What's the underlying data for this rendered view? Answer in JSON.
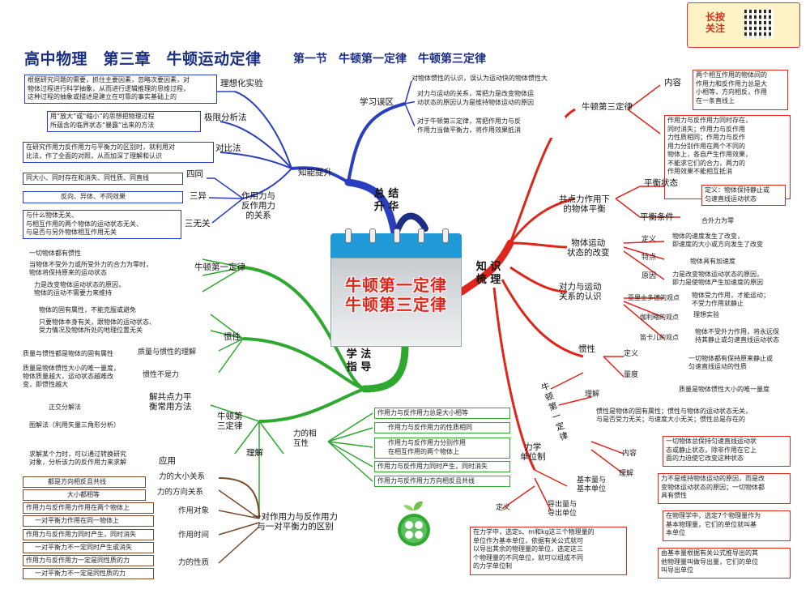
{
  "header": {
    "title": "高中物理　第三章　牛顿运动定律",
    "subtitle": "第一节　牛顿第一定律　牛顿第三定律",
    "logo_text": "长按\n关注"
  },
  "center": {
    "label": "牛顿第一定律\n牛顿第三定律"
  },
  "main_branches": {
    "summary": "总 结\n升 华",
    "knowledge": "知 识\n梳 理",
    "methods": "学 法\n指 导"
  },
  "summary": {
    "ability": "知能提升",
    "review": "学习误区",
    "ideal": "理想化实验",
    "ideal_text": "根据研究问题的需要，抓住主要因素，忽略次要因素，对\n物体过程进行科学抽象，从而进行逻辑推理的思维过程，\n这种过程的抽象或描述是建立在可靠的事实基础上的",
    "extreme": "极限分析法",
    "extreme_text": "用“放大”或“缩小”的思想把物理过程\n所蕴含的临界状态“暴露”出来的方法",
    "compare": "对比法",
    "compare_text": "在研究作用力反作用力与平衡力的区别时，就利用对\n比法，作了全面的对照，从而加深了理解和认识",
    "relation": "作用力与\n反作用力\n的关系",
    "four_same": "四同",
    "four_same_text": "同大小、同时存在和消失、同性质、同直线",
    "three_diff": "三异",
    "three_diff_text": "反向、异体、不同效果",
    "three_none": "三无关",
    "three_none_text": "与什么物体无关、\n与相互作用的两个物体的运动状态无关、\n与是否与另外物体相互作用无关",
    "review_items": [
      "对物体惯性的认识，误认为运动快的物体惯性大",
      "对力与运动的关系，常把力是改变物体运\n动状态的原因认为是维持物体运动的原因",
      "对于牛顿第三定律，常把作用力与反\n作用力当做平衡力，将作用效果抵消"
    ]
  },
  "knowledge": {
    "third_law": "牛顿第三定律",
    "content": "内容",
    "content_text": "两个相互作用的物体间的\n作用力和反作用力总是大\n小相等，方向相反，作用\n在一条直线上",
    "understand": "理解",
    "understand_text": "作用力与反作用力同时存在，\n同时消失；作用力与反作用\n力性质相同；作用力与反作\n用力分别作用在两个不同的\n物体上，各自产生作用效果，\n不能求它们的合力，两力的\n作用效果不能相互抵消",
    "equilibrium": "共点力作用下\n的物体平衡",
    "balance_state": "平衡状态",
    "balance_state_text": "定义：物体保持静止或\n匀速直线运动状态",
    "balance_cond": "平衡条件",
    "balance_cond_text": "合外力为零",
    "motion_change": "物体运动\n状态的改变",
    "def": "定义",
    "def_text": "物体的速度发生了改变，\n即速度的大小或方向发生了改变",
    "feature": "特点",
    "feature_text": "物体具有加速度",
    "reason": "原因",
    "reason_text": "力是改变物体运动状态的原因，\n即力是使物体产生加速度的原因",
    "cognition": "对力与运动\n关系的认识",
    "aristotle": "亚里士多德的观点",
    "aristotle_text": "物体受力作用，才能运动；\n不受力作用就静止",
    "galileo": "伽利略的观点",
    "galileo_text": "理想实验",
    "descartes": "笛卡儿的观点",
    "descartes_text": "物体不受外力作用，将永远保\n持其静止或匀速直线运动状态",
    "first_law": "牛\n顿\n第\n一\n定\n律",
    "inertia": "惯性",
    "inertia_def": "定义",
    "inertia_def_text": "一切物体都有保持原来静止或\n匀速直线运动的性质",
    "measure": "量度",
    "measure_text": "质量是物体惯性大小的唯一量度",
    "inertia_und": "理解",
    "inertia_und_text": "惯性是物体的固有属性；惯性与物体的运动状态无关，\n与是否受力无关；与速度大小无关；惯性总是存在的",
    "fl_content": "内容",
    "fl_content_text": "一切物体总保持匀速直线运动状\n态或静止状态，除非作用在它上\n面的力迫使它改变这种状态",
    "fl_und": "理解",
    "fl_und_text": "力不是维持物体运动的原因，而是改\n变物体运动状态的原因；一切物体都\n具有惯性",
    "units": "力学\n单位制",
    "base_units": "基本量与\n基本单位",
    "base_units_text": "在物理学中，选定7个物理量作为\n基本物理量，它们的单位就叫基\n本单位",
    "derived": "导出量与\n导出单位",
    "derived_text": "由基本量根据有关公式推导出的其\n他物理量叫做导出量，它们的单位\n叫导出单位",
    "units_def": "定义",
    "units_def_text": "在力学中，选定s、m和kg这三个物理量的\n单位作为基本单位，依据有关公式就可\n以导出其余的物理量的单位，选定这三\n个物理量的不同单位，就可以组成不同\n的力学单位制"
  },
  "methods": {
    "first_law": "牛顿第一定律",
    "fl_items": [
      "一切物体都有惯性",
      "当物体不受外力或所受外力的合力为零时，\n物体将保持原来的运动状态",
      "力是改变物体运动状态的原因，\n物体的运动不需要力来维持"
    ],
    "inertia": "惯性",
    "inertia_items": [
      "物体的固有属性，不能克服或避免",
      "只要物体本身有关，跟物体的运动状态、\n受力情况及物体所处的地理位置无关"
    ],
    "mass_inertia": "质量与惯性的理解",
    "mass_inertia_text": "质量与惯性都是物体的固有属性",
    "inertia_not_force": "惯性不是力",
    "inertia_not_force_text": "质量是物体惯性大小的唯一量度，\n物体质量越大，运动状态越难改\n变，即惯性越大",
    "equilibrium_method": "解共点力平\n衡常用方法",
    "orthogonal": "正交分解法",
    "graph": "图解法（利用矢量三角形分析）",
    "third_law": "牛顿第\n三定律",
    "application": "应用",
    "application_text": "求解某个力时，可以通过转换研究\n对象，分析该力的反作用力来求解",
    "understand": "理解",
    "mutual": "力的相\n互性",
    "mutual_items": [
      "作用力与反作用力总是大小相等",
      "作用力与反作用力的性质相同",
      "作用力与反作用力分别作用\n在相互作用的两个物体上",
      "作用力与反作用力同时产生，同时消失",
      "作用力与反作用力方向相反且共线"
    ],
    "difference": "一对作用力与反作用力\n与一对平衡力的区别",
    "size_rel": "力的大小关系",
    "dir_rel": "力的方向关系",
    "obj": "作用对象",
    "time": "作用时间",
    "nature": "力的性质",
    "diff_items": [
      "都是方向相反且共线",
      "大小都相等",
      "作用力与反作用力作用在两个物体上",
      "一对平衡力作用在同一物体上",
      "作用力与反作用力同时产生，同时消失",
      "一对平衡力不一定同时产生或消失",
      "作用力与反作用力一定是同性质的力",
      "一对平衡力不一定是同性质的力"
    ]
  },
  "colors": {
    "blue": "#2a3fbf",
    "red": "#e0251b",
    "green": "#2ea82e",
    "brown": "#7a4a2a",
    "title": "#1c2f86"
  }
}
